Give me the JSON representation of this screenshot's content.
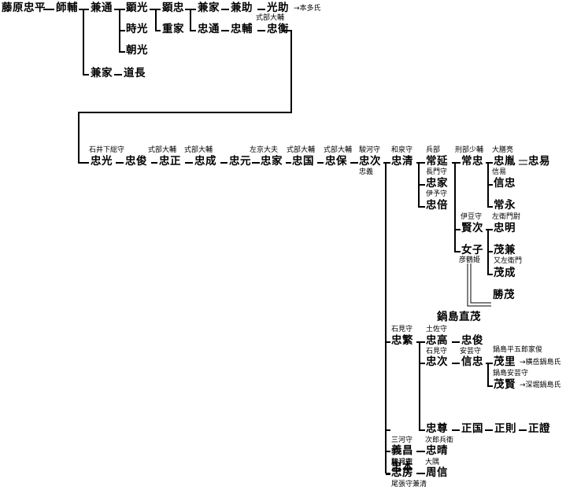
{
  "people": {
    "fujiwara_tadahira": "藤原忠平",
    "morosuke": "師輔",
    "kanemichi": "兼通",
    "akimitsu": "顕光",
    "akitada": "顕忠",
    "kaneie_a": "兼家",
    "kanesuke": "兼助",
    "mitsusuke": "光助",
    "tokimitsu": "時光",
    "shigeie": "重家",
    "tadamichi": "忠通",
    "tadasuke": "忠輔",
    "tadahira_h": "忠衡",
    "asamitsu": "朝光",
    "kaneie": "兼家",
    "michinaga": "道長",
    "tadamitsu": "忠光",
    "tadatoshi_a": "忠俊",
    "tadamasa": "忠正",
    "tadanari": "忠成",
    "tadamoto": "忠元",
    "tadaie_a": "忠家",
    "tadakuni": "忠国",
    "tadayasu": "忠保",
    "tadatsugu_a": "忠次",
    "tadakiyo": "忠清",
    "tsunenobu": "常延",
    "tadaie_b": "忠家",
    "tadamasu": "忠倍",
    "tsunetada": "常忠",
    "tadaarashi": "忠胤",
    "tadayasu_eki": "忠易",
    "nobutada": "信忠",
    "tsunenaga": "常永",
    "katatsugu": "賢次",
    "tadaaki": "忠明",
    "musume": "女子",
    "shigekane": "茂兼",
    "shigenari": "茂成",
    "katsushige": "勝茂",
    "nabeshima_naoshige": "鍋島直茂",
    "tadashige": "忠繁",
    "tadataka": "忠高",
    "tadatoshi_b": "忠俊",
    "tadatsugu_b": "忠次",
    "nobutada_b": "信忠",
    "shigesato": "茂里",
    "shigekata": "茂賢",
    "tadataka_son": "忠尊",
    "masakuni": "正国",
    "masanori": "正則",
    "masaakira": "正證",
    "yoshimasa": "義昌",
    "tadaharu": "忠晴",
    "tadamoto_b": "忠本",
    "tadafusa": "忠房",
    "chikanobu": "周信"
  },
  "titles": {
    "shikibu_taifu_top": "式部大輔",
    "iwai_shimofusa": "石井下総守",
    "shikibu_1": "式部大輔",
    "shikibu_2": "式部大輔",
    "sakyo_daibu": "左京大夫",
    "shikibu_3": "式部大輔",
    "shikibu_4": "式部大輔",
    "suruga": "駿河守",
    "izumi": "和泉守",
    "hyobu": "兵部",
    "gyobu_shoho": "刑部少輔",
    "daizen_suke": "大膳亮",
    "nagato": "長門守",
    "iyo": "伊予守",
    "izu": "伊豆守",
    "saemon_jo": "左衛門尉",
    "iwami_a": "石見守",
    "tosa": "土佐守",
    "iwami_b": "石見守",
    "aki_a": "安芸守",
    "nabeshima_heigoro": "鍋島平五郎家俊",
    "nabeshima_aki": "鍋島安芸守",
    "mikawa": "三河守",
    "jiro_hyoe": "次郎兵衛",
    "suruga_b": "駿河守",
    "hyoe": "藤兵衛",
    "osumi": "大隅"
  },
  "notes": {
    "honda": "→本多氏",
    "tadayoshi": "忠義",
    "nobuyasu": "信易",
    "mata_saemon": "又左衛門",
    "hikotsuruhime": "彦鶴姫",
    "yokotake": "→横岳鍋島氏",
    "fukahori": "→深堀鍋島氏",
    "owari_kanekiyo": "尾張守兼清"
  }
}
